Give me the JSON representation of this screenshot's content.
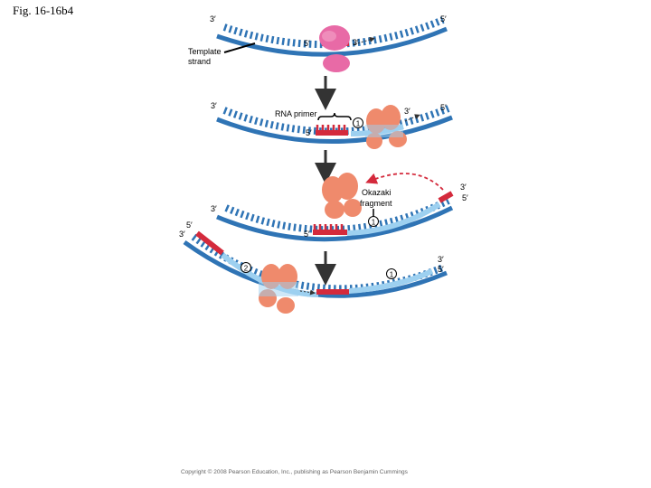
{
  "figure": {
    "title": "Fig. 16-16b4"
  },
  "labels": {
    "three_prime": "3′",
    "five_prime": "5′",
    "template_strand": [
      "Template",
      "strand"
    ],
    "rna_primer": "RNA primer",
    "okazaki_fragment": [
      "Okazaki",
      "fragment"
    ],
    "step_1": "1",
    "step_2": "2"
  },
  "colors": {
    "template_dna": "#2f74b5",
    "new_dna": "#9dd0f0",
    "rna_primer": "#d42a3c",
    "primase": "#e86aa6",
    "polymerase": "#ef8a6c",
    "arrow": "#333333",
    "dashed_arrow": "#d42a3c"
  },
  "footer": {
    "copyright": "Copyright © 2008 Pearson Education, Inc., publishing as Pearson Benjamin Cummings"
  }
}
